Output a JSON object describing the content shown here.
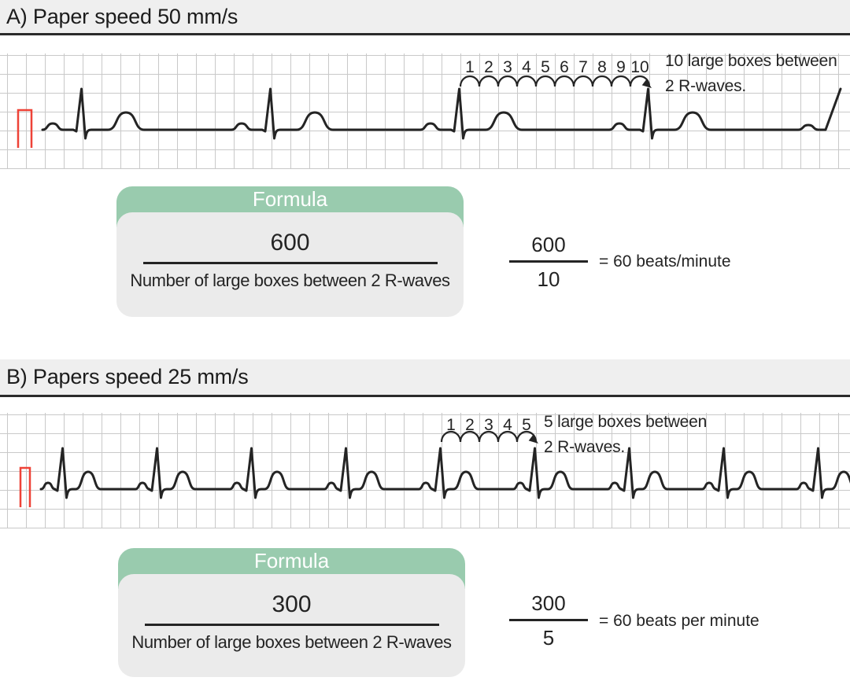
{
  "colors": {
    "header_bar_bg": "#efefef",
    "header_bar_border": "#2b2b2b",
    "grid_line": "#c9c9c9",
    "ecg_line": "#242424",
    "calibration_pulse_red": "#ee4237",
    "formula_header_green": "#99cbae",
    "formula_body_gray": "#ebebeb",
    "formula_title_text": "#ffffff",
    "text": "#242424"
  },
  "sections": [
    {
      "id": "A",
      "header": "A) Paper speed 50 mm/s",
      "paper_speed": "50 mm/s",
      "annotation": [
        "10 large boxes between",
        "2 R-waves."
      ],
      "boxes_between_r_waves": 10,
      "arc_numbers": [
        "1",
        "2",
        "3",
        "4",
        "5",
        "6",
        "7",
        "8",
        "9",
        "10"
      ],
      "formula": {
        "title": "Formula",
        "numerator": "600",
        "denominator": "Number of large boxes between 2 R-waves"
      },
      "equation": {
        "numerator": "600",
        "denominator": "10",
        "result": "= 60 beats/minute"
      }
    },
    {
      "id": "B",
      "header": "B) Papers speed 25 mm/s",
      "paper_speed": "25 mm/s",
      "annotation": [
        "5 large boxes between",
        "2 R-waves."
      ],
      "boxes_between_r_waves": 5,
      "arc_numbers": [
        "1",
        "2",
        "3",
        "4",
        "5"
      ],
      "formula": {
        "title": "Formula",
        "numerator": "300",
        "denominator": "Number of large boxes between 2 R-waves"
      },
      "equation": {
        "numerator": "300",
        "denominator": "5",
        "result": "= 60 beats per minute"
      }
    }
  ]
}
